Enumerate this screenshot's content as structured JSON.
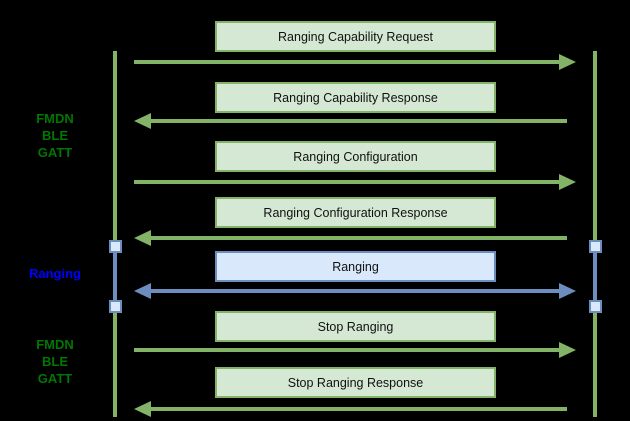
{
  "diagram": {
    "type": "sequence-message-flow",
    "background_color": "#000000",
    "colors": {
      "green_box_fill": "#d5e8d4",
      "green_stroke": "#82b366",
      "blue_box_fill": "#dae8fc",
      "blue_stroke": "#6c8ebf",
      "green_label_text": "#007700",
      "blue_label_text": "#0000ff",
      "message_text": "#111111"
    },
    "left_labels": [
      {
        "id": "fmdn-ble-gatt-top",
        "color": "green",
        "lines": [
          "FMDN",
          "BLE",
          "GATT"
        ]
      },
      {
        "id": "ranging",
        "color": "blue",
        "lines": [
          "Ranging"
        ]
      },
      {
        "id": "fmdn-ble-gatt-bottom",
        "color": "green",
        "lines": [
          "FMDN",
          "BLE",
          "GATT"
        ]
      }
    ],
    "messages": [
      {
        "label": "Ranging Capability Request",
        "direction": "right",
        "style": "green"
      },
      {
        "label": "Ranging Capability Response",
        "direction": "left",
        "style": "green"
      },
      {
        "label": "Ranging Configuration",
        "direction": "right",
        "style": "green"
      },
      {
        "label": "Ranging Configuration Response",
        "direction": "left",
        "style": "green"
      },
      {
        "label": "Ranging",
        "direction": "both",
        "style": "blue"
      },
      {
        "label": "Stop Ranging",
        "direction": "right",
        "style": "green"
      },
      {
        "label": "Stop Ranging Response",
        "direction": "left",
        "style": "green"
      }
    ],
    "lifelines": [
      {
        "id": "left-lifeline"
      },
      {
        "id": "right-lifeline"
      }
    ]
  }
}
